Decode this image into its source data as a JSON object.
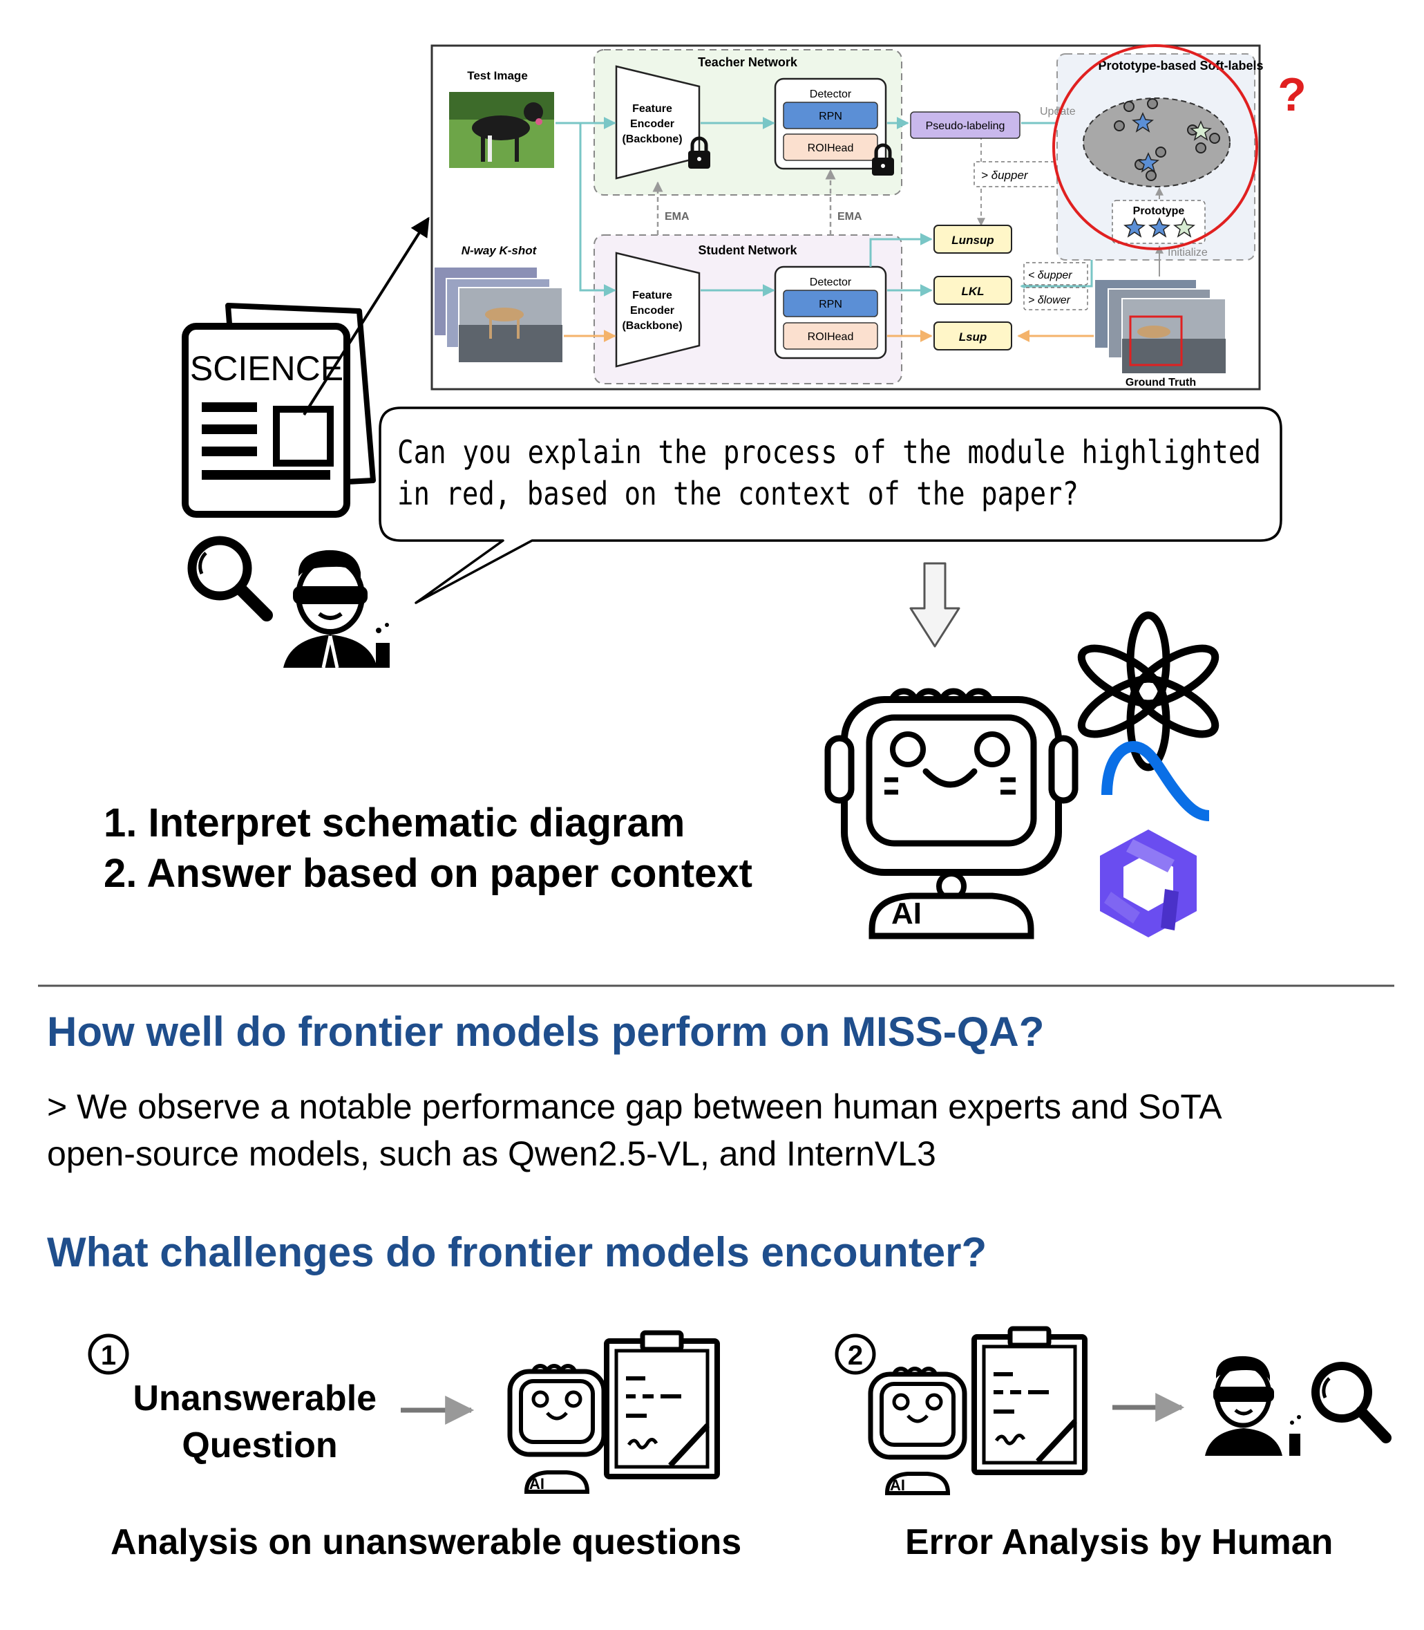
{
  "figure": {
    "test_image_label": "Test Image",
    "nway_label": "N-way K-shot",
    "teacher_title": "Teacher Network",
    "student_title": "Student Network",
    "feature_encoder": "Feature\nEncoder\n(Backbone)",
    "detector": "Detector",
    "rpn": "RPN",
    "roihead": "ROIHead",
    "ema": "EMA",
    "pseudo_labeling": "Pseudo-labeling",
    "prototype_soft_labels": "Prototype-based Soft-labels",
    "update": "Update",
    "prototype": "Prototype",
    "initialize": "Initialize",
    "ground_truth": "Ground Truth",
    "l_unsup": "Lunsup",
    "l_kl": "LKL",
    "l_sup": "Lsup",
    "delta_upper_gt": "> δupper",
    "delta_upper_lt": "< δupper",
    "delta_lower_gt": "> δlower",
    "question_mark": "?"
  },
  "paper_icon_label": "SCIENCE",
  "question": "Can you explain the process of the module highlighted\nin red, based on the context of the paper?",
  "tasks": [
    "1. Interpret schematic diagram",
    "2. Answer based on paper context"
  ],
  "robot_label": "AI",
  "section1": {
    "heading": "How well do frontier models perform on MISS-QA?",
    "body": "> We observe a notable performance gap between human experts and SoTA\nopen-source models, such as Qwen2.5-VL, and InternVL3"
  },
  "section2": {
    "heading": "What challenges do frontier models encounter?",
    "item1_num": "1",
    "item1_label": "Unanswerable\nQuestion",
    "item1_caption": "Analysis on unanswerable questions",
    "item2_num": "2",
    "item2_caption": "Error Analysis by Human"
  },
  "colors": {
    "heading_blue": "#1f4e8c",
    "highlight_red": "#e02020",
    "teal_arrow": "#79c6c6",
    "orange_arrow": "#f4b36b",
    "rpn_blue": "#5b8fd6",
    "roihead_peach": "#fbe0cf",
    "pseudo_purple": "#c9b8ec",
    "loss_yellow": "#fff6c8",
    "meta_blue": "#0a6fe6",
    "qwen_purple": "#6a4df0"
  }
}
